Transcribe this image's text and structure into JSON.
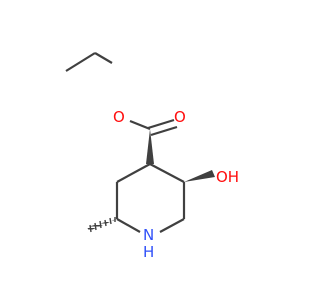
{
  "molecule": {
    "atoms": {
      "ester_oxygen": {
        "symbol": "O",
        "color": "#ff0d0d"
      },
      "carbonyl_oxygen": {
        "symbol": "O",
        "color": "#ff0d0d"
      },
      "hydroxyl": {
        "symbol": "OH",
        "color": "#ff0d0d",
        "h_label": "H"
      },
      "ring_nitrogen": {
        "symbol": "N",
        "color": "#3050f8",
        "h_label": "H"
      }
    },
    "bond_color": "#404040"
  }
}
